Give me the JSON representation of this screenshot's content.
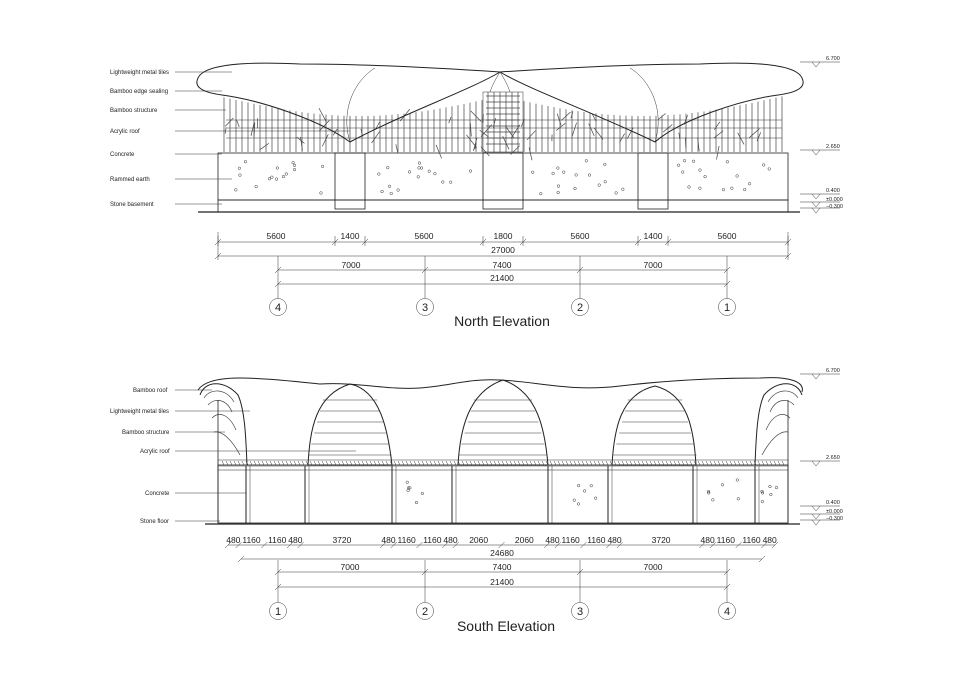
{
  "north": {
    "title": "North Elevation",
    "labels": [
      "Lightweight metal tiles",
      "Bamboo edge sealing",
      "Bamboo structure",
      "Acrylic roof",
      "Concrete",
      "Rammed earth",
      "Stone basement"
    ],
    "levels": [
      "6.700",
      "2.650",
      "0.400",
      "±0.000",
      "−0.300"
    ],
    "dims_row1": [
      "5600",
      "1400",
      "5600",
      "1800",
      "5600",
      "1400",
      "5600"
    ],
    "dims_total1": "27000",
    "dims_row2": [
      "7000",
      "7400",
      "7000"
    ],
    "dims_total2": "21400",
    "grid": [
      "4",
      "3",
      "2",
      "1"
    ]
  },
  "south": {
    "title": "South Elevation",
    "labels": [
      "Bamboo roof",
      "Lightweight metal tiles",
      "Bamboo structure",
      "Acrylic roof",
      "Concrete",
      "Stone floor"
    ],
    "levels": [
      "6.700",
      "2.650",
      "0.400",
      "±0.000",
      "−0.300"
    ],
    "dims_row1": [
      "480",
      "1160",
      "1160",
      "480",
      "3720",
      "480",
      "1160",
      "1160",
      "480",
      "2060",
      "2060",
      "480",
      "1160",
      "1160",
      "480",
      "3720",
      "480",
      "1160",
      "1160",
      "480"
    ],
    "dims_total1": "24680",
    "dims_row2": [
      "7000",
      "7400",
      "7000"
    ],
    "dims_total2": "21400",
    "grid": [
      "1",
      "2",
      "3",
      "4"
    ]
  }
}
